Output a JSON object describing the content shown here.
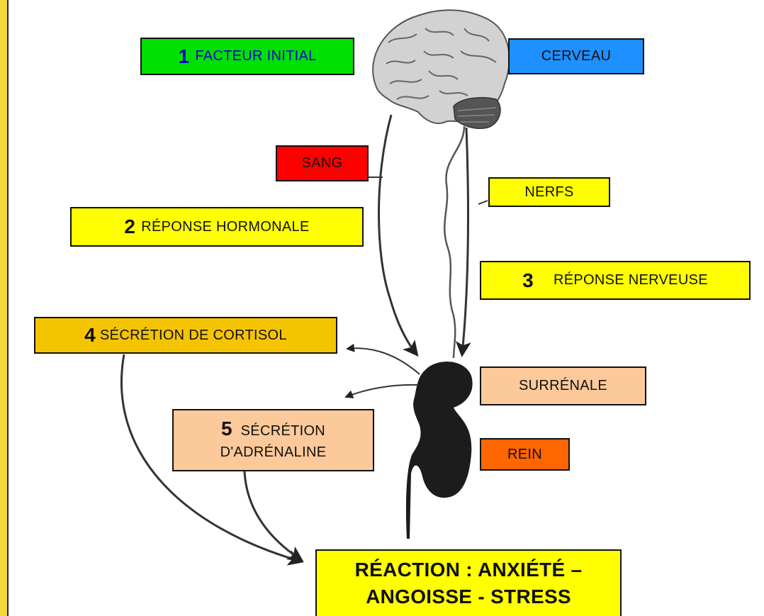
{
  "labels": {
    "facteur_initial": {
      "num": "1",
      "text": "FACTEUR INITIAL",
      "bg": "#00e000",
      "num_color": "#0000cc",
      "text_color": "#0000cc"
    },
    "cerveau": {
      "text": "CERVEAU",
      "bg": "#1e90ff"
    },
    "sang": {
      "text": "SANG",
      "bg": "#ff0000"
    },
    "nerfs": {
      "text": "NERFS",
      "bg": "#ffff00"
    },
    "reponse_hormonale": {
      "num": "2",
      "text": "RÉPONSE HORMONALE",
      "bg": "#ffff00"
    },
    "reponse_nerveuse": {
      "num": "3",
      "text": "RÉPONSE NERVEUSE",
      "bg": "#ffff00"
    },
    "secretion_cortisol": {
      "num": "4",
      "text": "SÉCRÉTION DE CORTISOL",
      "bg": "#f5c400"
    },
    "surrenale": {
      "text": "SURRÉNALE",
      "bg": "#fcc99a"
    },
    "secretion_adrenaline": {
      "num": "5",
      "text_line1": "SÉCRÉTION",
      "text_line2": "D'ADRÉNALINE",
      "bg": "#fcc99a"
    },
    "rein": {
      "text": "REIN",
      "bg": "#ff6600"
    },
    "reaction": {
      "line1": "RÉACTION : ANXIÉTÉ –",
      "line2": "ANGOISSE - STRESS",
      "bg": "#ffff00"
    }
  },
  "colors": {
    "frame": "#f2d83a",
    "organ": "#1c1c1c",
    "brain": "#cfcfcf"
  }
}
